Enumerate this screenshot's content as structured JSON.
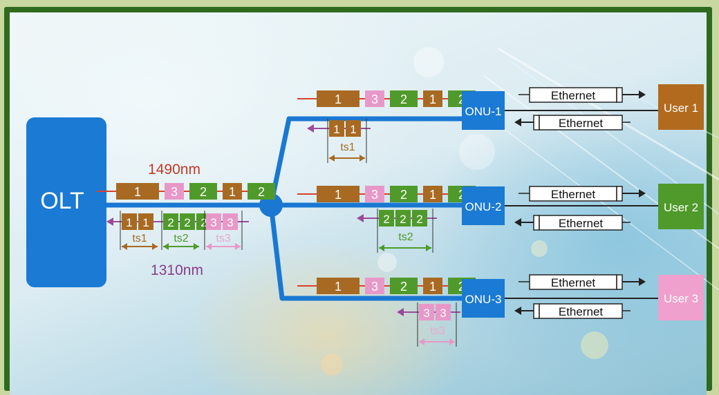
{
  "olt": {
    "label": "OLT"
  },
  "wavelengths": {
    "downstream": "1490nm",
    "upstream": "1310nm"
  },
  "downstream_packets": [
    "1",
    "3",
    "2",
    "1",
    "2"
  ],
  "trunk_upstream": {
    "packets": [
      "1",
      "1",
      "2",
      "2",
      "2",
      "3",
      "3"
    ],
    "slots": [
      "ts1",
      "ts2",
      "ts3"
    ]
  },
  "branches": [
    {
      "onu": "ONU-1",
      "user": "User 1",
      "up_packets": [
        "1",
        "1"
      ],
      "slot": "ts1",
      "eth_out": "Ethernet",
      "eth_in": "Ethernet"
    },
    {
      "onu": "ONU-2",
      "user": "User 2",
      "up_packets": [
        "2",
        "2",
        "2"
      ],
      "slot": "ts2",
      "eth_out": "Ethernet",
      "eth_in": "Ethernet"
    },
    {
      "onu": "ONU-3",
      "user": "User 3",
      "up_packets": [
        "3",
        "3"
      ],
      "slot": "ts3",
      "eth_out": "Ethernet",
      "eth_in": "Ethernet"
    }
  ],
  "colors": {
    "fiber": "#1a78d2",
    "olt": "#1a7ad4",
    "packet_1": "#a86a22",
    "packet_2": "#4f9a2a",
    "packet_3": "#e898c8",
    "user_1": "#b26a1e",
    "user_2": "#4f9a2a",
    "user_3": "#efa0cc",
    "downstream_arrow": "#d8402c",
    "upstream_arrow": "#9a4a9a"
  }
}
